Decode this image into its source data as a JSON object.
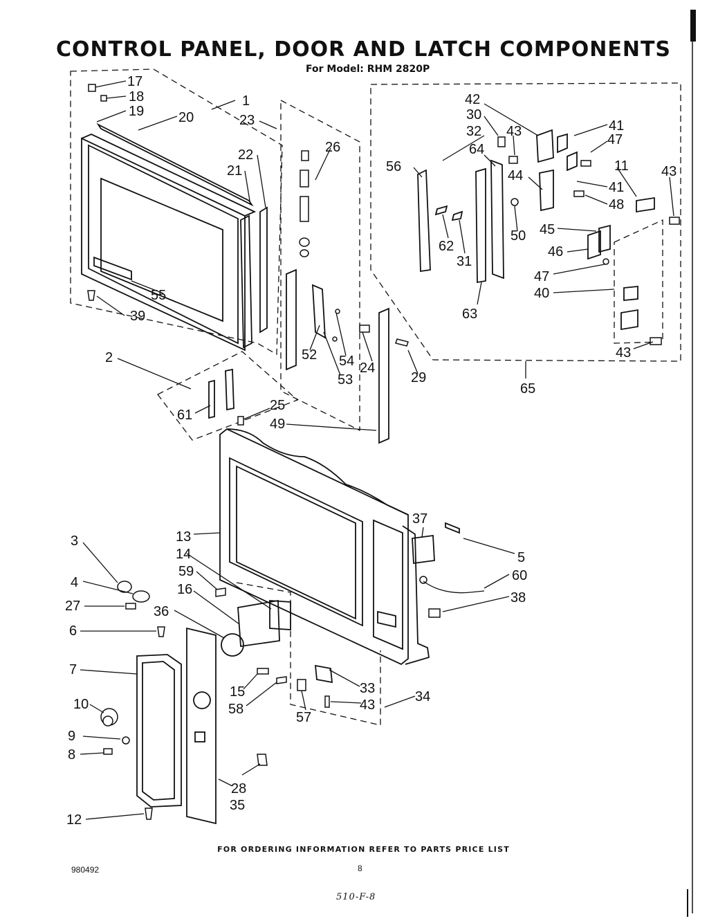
{
  "title": "CONTROL PANEL, DOOR AND LATCH COMPONENTS",
  "subtitle": "For Model: RHM 2820P",
  "footer_note": "FOR ORDERING INFORMATION REFER TO PARTS PRICE LIST",
  "document_number": "980492",
  "page_number": "8",
  "handwritten_note": "510-F-8",
  "callouts": {
    "c1": "1",
    "c2": "2",
    "c3": "3",
    "c4": "4",
    "c5": "5",
    "c6": "6",
    "c7": "7",
    "c8": "8",
    "c9": "9",
    "c10": "10",
    "c11": "11",
    "c12": "12",
    "c13": "13",
    "c14": "14",
    "c15": "15",
    "c16": "16",
    "c17": "17",
    "c18": "18",
    "c19": "19",
    "c20": "20",
    "c21": "21",
    "c22": "22",
    "c23": "23",
    "c24": "24",
    "c25": "25",
    "c26": "26",
    "c27": "27",
    "c28": "28",
    "c29": "29",
    "c30": "30",
    "c31": "31",
    "c32": "32",
    "c33": "33",
    "c34": "34",
    "c35": "35",
    "c36": "36",
    "c37": "37",
    "c38": "38",
    "c39": "39",
    "c40": "40",
    "c41a": "41",
    "c41b": "41",
    "c42": "42",
    "c43a": "43",
    "c43b": "43",
    "c43c": "43",
    "c43d": "43",
    "c44": "44",
    "c45": "45",
    "c46": "46",
    "c47a": "47",
    "c47b": "47",
    "c48": "48",
    "c49": "49",
    "c50": "50",
    "c52": "52",
    "c53": "53",
    "c54": "54",
    "c55": "55",
    "c56": "56",
    "c57": "57",
    "c58": "58",
    "c59": "59",
    "c60": "60",
    "c61": "61",
    "c62": "62",
    "c63": "63",
    "c64": "64",
    "c65": "65"
  }
}
